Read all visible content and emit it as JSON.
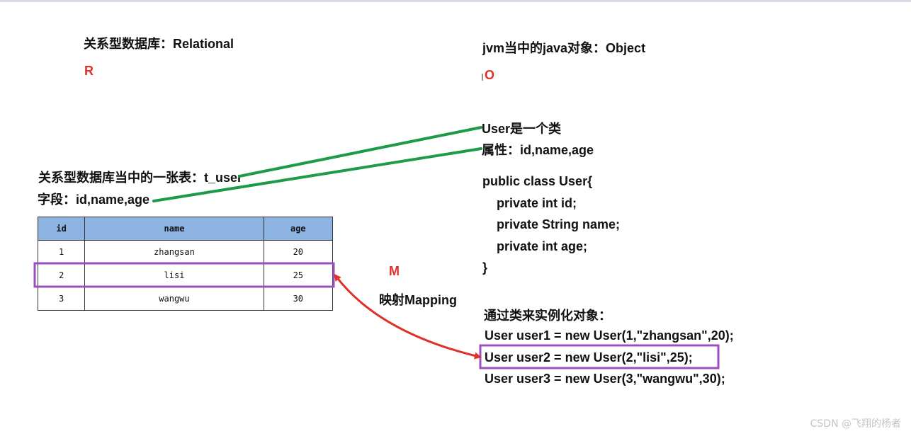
{
  "left": {
    "relational_title": "关系型数据库：Relational",
    "letter_r": "R",
    "table_title": "关系型数据库当中的一张表：t_user",
    "fields": "字段：id,name,age",
    "table": {
      "headers": [
        "id",
        "name",
        "age"
      ],
      "rows": [
        [
          "1",
          "zhangsan",
          "20"
        ],
        [
          "2",
          "lisi",
          "25"
        ],
        [
          "3",
          "wangwu",
          "30"
        ]
      ]
    }
  },
  "right": {
    "object_title": "jvm当中的java对象：Object",
    "letter_o": "O",
    "class_desc": "User是一个类",
    "props": "属性：id,name,age",
    "code_lines": [
      "public class User{",
      "    private int id;",
      "    private String name;",
      "    private int age;",
      "}"
    ],
    "inst_title": "通过类来实例化对象：",
    "inst_lines": [
      "User user1 = new User(1,\"zhangsan\",20);",
      "User user2 = new User(2,\"lisi\",25);",
      "User user3 = new User(3,\"wangwu\",30);"
    ]
  },
  "middle": {
    "letter_m": "M",
    "mapping": "映射Mapping"
  },
  "watermark": "CSDN @飞翔的杨者",
  "colors": {
    "green_line": "#1e9a48",
    "red_arrow": "#e0302a",
    "purple_box": "#9b4fbf",
    "header_bg": "#8db3e2"
  }
}
